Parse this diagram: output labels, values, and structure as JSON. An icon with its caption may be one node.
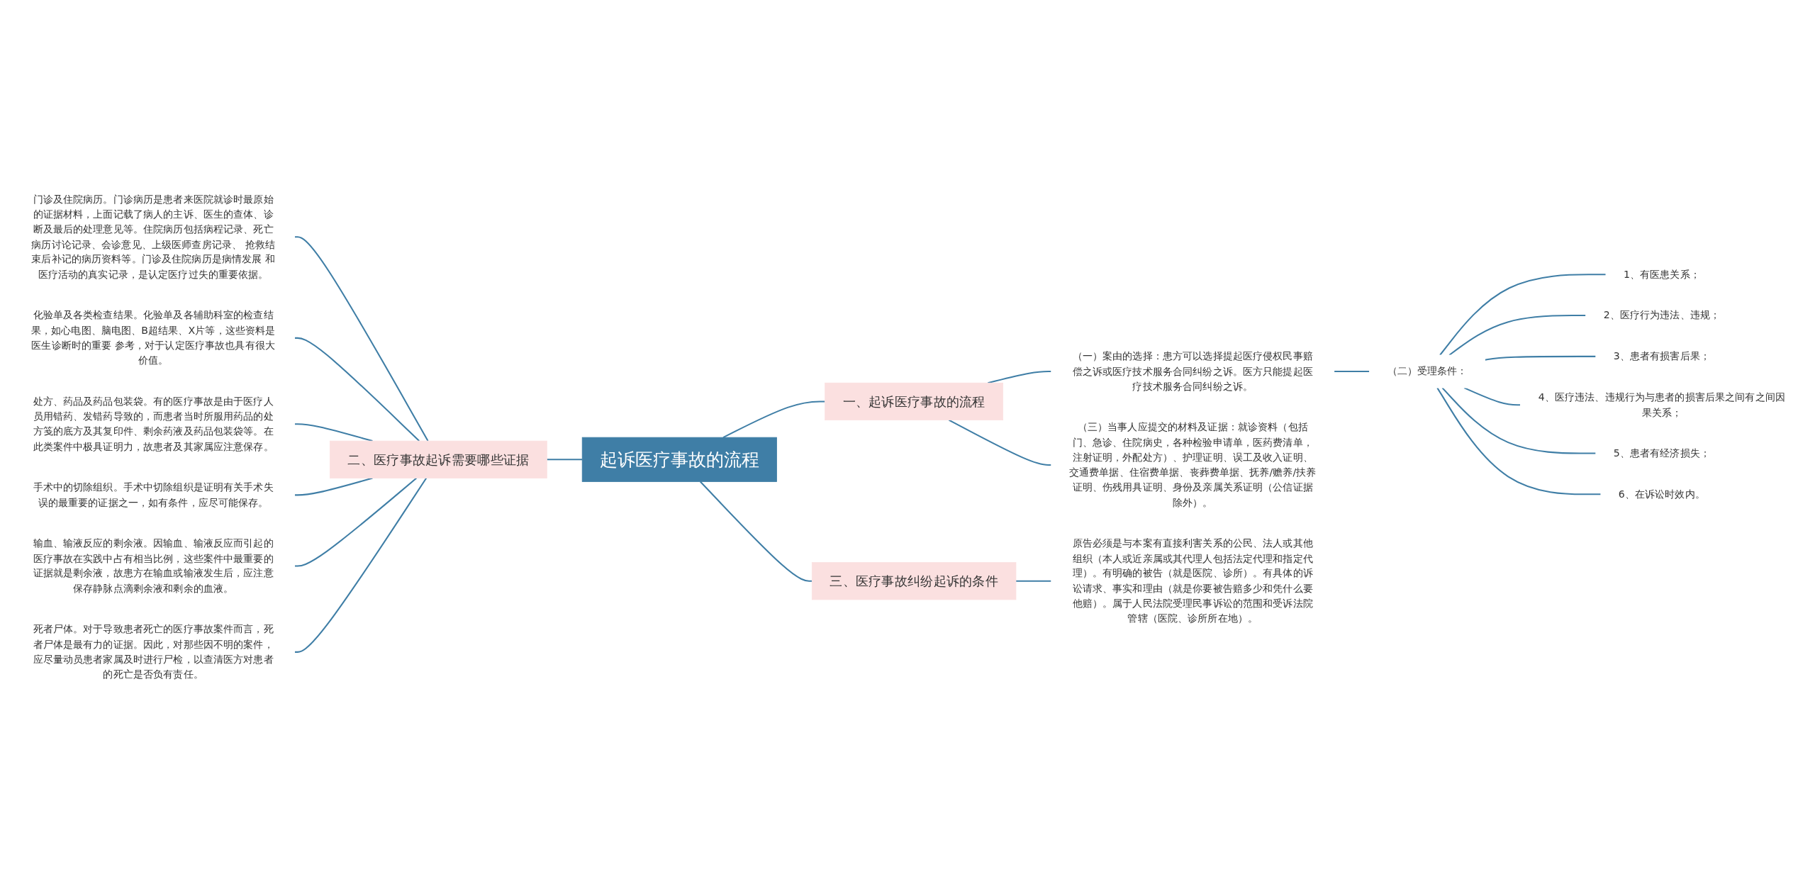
{
  "diagram": {
    "nodes": [
      {
        "text": [
          "起诉医疗事故的流程"
        ]
      },
      {
        "text": [
          "一、起诉医疗事故的流程"
        ]
      },
      {
        "text": [
          "（一）案由的选择：患方可以选择提起医疗侵权民事赔偿之诉或医疗技术服务合同纠纷之诉。医方只能提起医疗技术服务合同纠纷之诉。"
        ]
      },
      {
        "text": [
          "（二）受理条件："
        ]
      },
      {
        "text": [
          "1、有医患关系；"
        ]
      },
      {
        "text": [
          "2、医疗行为违法、违规；"
        ]
      },
      {
        "text": [
          "3、患者有损害后果；"
        ]
      },
      {
        "text": [
          "4、医疗违法、违规行为与患者的损害后果之间有之间因果关系；"
        ]
      },
      {
        "text": [
          "5、患者有经济损失；"
        ]
      },
      {
        "text": [
          "6、在诉讼时效内。"
        ]
      },
      {
        "text": [
          "（三）当事人应提交的材料及证据：就诊资料（包括门、急诊、住院病史，各种检验申请单，医药费清单，注射证明，外配处方）、护理证明、误工及收入证明、交通费单据、住宿费单据、丧葬费单据、抚养/赡养/扶养证明、伤残用具证明、身份及亲属关系证明（公信证据除外）。"
        ]
      },
      {
        "text": [
          "三、医疗事故纠纷起诉的条件"
        ]
      },
      {
        "text": [
          "原告必须是与本案有直接利害关系的公民、法人或其他组织（本人或近亲属或其代理人包括法定代理和指定代理）。有明确的被告（就是医院、诊所）。有具体的诉讼请求、事实和理由（就是你要被告赔多少和凭什么要他赔）。属于人民法院受理民事诉讼的范围和受诉法院管辖（医院、诊所所在地）。"
        ]
      },
      {
        "text": [
          "二、医疗事故起诉需要哪些证据"
        ]
      },
      {
        "text": [
          "门诊及住院病历。门诊病历是患者来医院就诊时最原始的证据材料，上面记载了病人的主诉、医生的查体、诊断及最后的处理意见等。住院病历包括病程记录、死亡病历讨论记录、会诊意见、上级医师查房记录、 抢救结束后补记的病历资料等。门诊及住院病历是病情发展 和医疗活动的真实记录，是认定医疗过失的重要依据。"
        ]
      },
      {
        "text": [
          "化验单及各类检查结果。化验单及各辅助科室的检查结果，如心电图、脑电图、B超结果、X片等，这些资料是医生诊断时的重要 参考，对于认定医疗事故也具有很大价值。"
        ]
      },
      {
        "text": [
          "处方、药品及药品包装袋。有的医疗事故是由于医疗人员用错药、发错药导致的，而患者当时所服用药品的处方笺的底方及其复印件、剩余药液及药品包装袋等。在此类案件中极具证明力，故患者及其家属应注意保存。"
        ]
      },
      {
        "text": [
          "手术中的切除组织。手术中切除组织是证明有关手术失误的最重要的证据之一，如有条件，应尽可能保存。"
        ]
      },
      {
        "text": [
          "输血、输液反应的剩余液。因输血、输液反应而引起的医疗事故在实践中占有相当比例，这些案件中最重要的证据就是剩余液，故患方在输血或输液发生后，应注意保存静脉点滴剩余液和剩余的血液。"
        ]
      },
      {
        "text": [
          "死者尸体。对于导致患者死亡的医疗事故案件而言，死者尸体是最有力的证据。因此，对那些因不明的案件，应尽量动员患者家属及时进行尸检，以查清医方对患者的死亡是否负有责任。"
        ]
      }
    ],
    "edges": [
      {
        "from": 0,
        "to": 1,
        "arrow": "none"
      },
      {
        "from": 1,
        "to": 2,
        "arrow": "none"
      },
      {
        "from": 2,
        "to": 3,
        "arrow": "none"
      },
      {
        "from": 3,
        "to": 4,
        "arrow": "none"
      },
      {
        "from": 3,
        "to": 5,
        "arrow": "none"
      },
      {
        "from": 3,
        "to": 6,
        "arrow": "none"
      },
      {
        "from": 3,
        "to": 7,
        "arrow": "none"
      },
      {
        "from": 3,
        "to": 8,
        "arrow": "none"
      },
      {
        "from": 3,
        "to": 9,
        "arrow": "none"
      },
      {
        "from": 1,
        "to": 10,
        "arrow": "none"
      },
      {
        "from": 0,
        "to": 11,
        "arrow": "none"
      },
      {
        "from": 11,
        "to": 12,
        "arrow": "none"
      },
      {
        "from": 0,
        "to": 13,
        "arrow": "none"
      },
      {
        "from": 13,
        "to": 14,
        "arrow": "none"
      },
      {
        "from": 13,
        "to": 15,
        "arrow": "none"
      },
      {
        "from": 13,
        "to": 16,
        "arrow": "none"
      },
      {
        "from": 13,
        "to": 17,
        "arrow": "none"
      },
      {
        "from": 13,
        "to": 18,
        "arrow": "none"
      },
      {
        "from": 13,
        "to": 19,
        "arrow": "none"
      }
    ]
  }
}
